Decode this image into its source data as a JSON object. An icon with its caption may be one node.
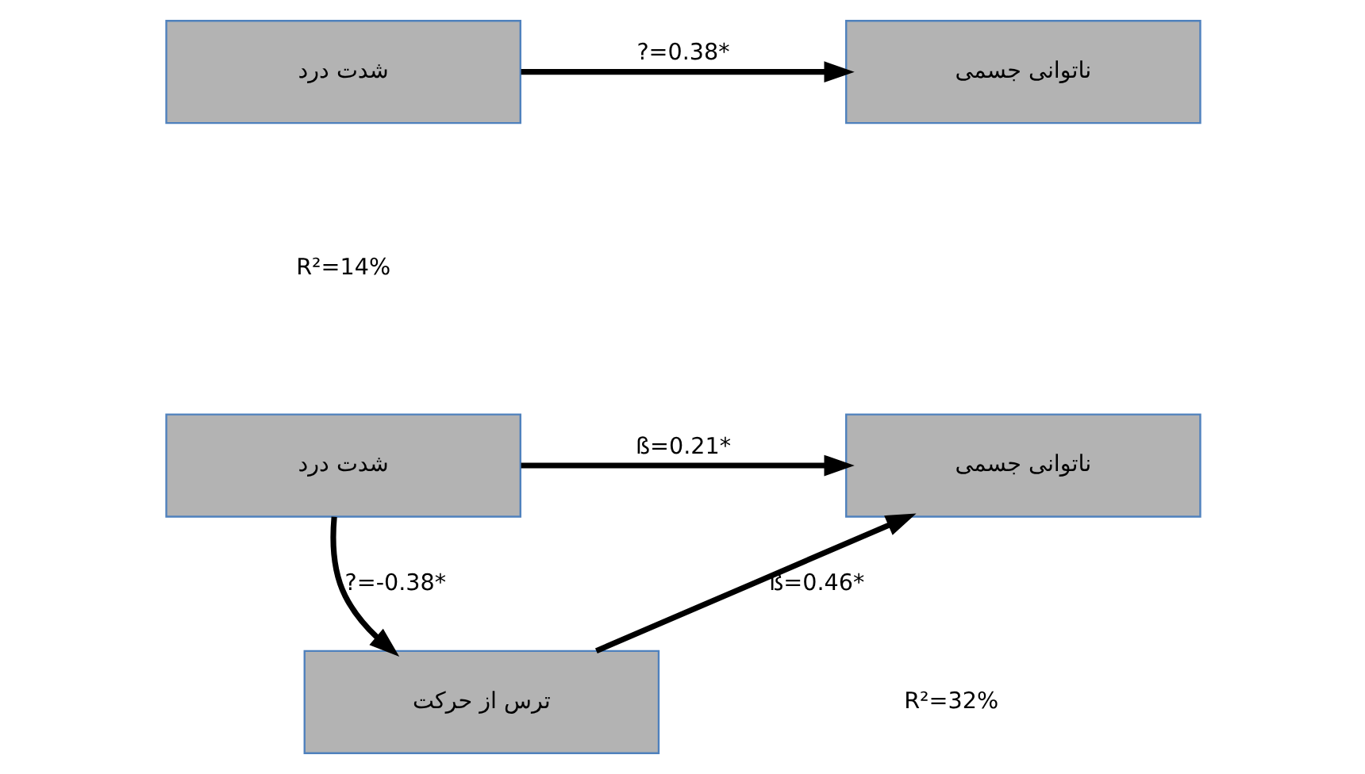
{
  "diagram": {
    "nodes": [
      {
        "text": [
          "شدت درد"
        ]
      },
      {
        "text": [
          "ناتوانی جسمی"
        ]
      },
      {
        "text": [
          "شدت درد"
        ]
      },
      {
        "text": [
          "ناتوانی جسمی"
        ]
      },
      {
        "text": [
          "ترس از حرکت"
        ]
      }
    ],
    "edges": [
      {
        "from": 0,
        "to": 1,
        "arrow": "to",
        "label": "?=0.38*"
      },
      {
        "from": 2,
        "to": 3,
        "arrow": "to",
        "label": "ß=0.21*"
      },
      {
        "from": 2,
        "to": 4,
        "arrow": "to",
        "label": "?=-0.38*"
      },
      {
        "from": 4,
        "to": 3,
        "arrow": "to",
        "label": "ß=0.46*"
      }
    ],
    "labels": [
      "R²=14%",
      "R²=32%"
    ]
  }
}
